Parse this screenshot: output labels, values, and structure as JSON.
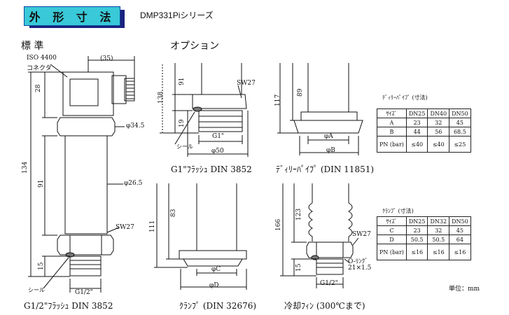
{
  "header": {
    "title": "外 形 寸 法",
    "series": "DMP331Piシリーズ"
  },
  "sections": {
    "standard": "標 準",
    "option": "オプション"
  },
  "standard_view": {
    "connector_label_1": "ISO 4400",
    "connector_label_2": "コネクタ",
    "dim_35": "(35)",
    "dim_28": "28",
    "dim_134": "134",
    "dim_91": "91",
    "dim_15": "15",
    "dim_phi345": "φ34.5",
    "dim_phi265": "φ26.5",
    "sw": "SW27",
    "seal": "シール",
    "thread": "G1/2\"",
    "caption": "G1/2\"ﾌﾗｯｼｭ DIN 3852"
  },
  "flush_view": {
    "dim_138": "138",
    "dim_91": "91",
    "dim_19": "19",
    "sw": "SW27",
    "seal": "シール",
    "thread": "G1\"",
    "dim_phi50": "φ50",
    "caption": "G1\"ﾌﾗｯｼｭ DIN 3852"
  },
  "dairy_view": {
    "dim_117": "117",
    "dim_89": "89",
    "dim_a": "φA",
    "dim_b": "φB",
    "caption": "ﾃﾞｨﾘｰﾊﾟｲﾌﾟ (DIN 11851)"
  },
  "clamp_view": {
    "dim_111": "111",
    "dim_83": "83",
    "dim_c": "φC",
    "dim_d": "φD",
    "caption": "ｸﾗﾝﾌﾟ (DIN 32676)"
  },
  "cooling_view": {
    "dim_166": "166",
    "dim_123": "123",
    "dim_15": "15",
    "sw": "SW27",
    "oring_1": "O-ﾘﾝｸﾞ",
    "oring_2": "21×1.5",
    "thread": "G1/2\"",
    "caption": "冷却ﾌｨﾝ (300℃まで)"
  },
  "dairy_table": {
    "title": "ﾃﾞｨﾘｰﾊﾟｲﾌﾟ (寸法)",
    "headers": [
      "ｻｲｽﾞ",
      "DN25",
      "DN40",
      "DN50"
    ],
    "rows": [
      [
        "A",
        "23",
        "32",
        "45"
      ],
      [
        "B",
        "44",
        "56",
        "68.5"
      ],
      [
        "PN (bar)",
        "≤40",
        "≤40",
        "≤25"
      ]
    ]
  },
  "clamp_table": {
    "title": "ｸﾗﾝﾌﾟ (寸法)",
    "headers": [
      "ｻｲｽﾞ",
      "DN25",
      "DN32",
      "DN50"
    ],
    "rows": [
      [
        "C",
        "23",
        "32",
        "45"
      ],
      [
        "D",
        "50.5",
        "50.5",
        "64"
      ],
      [
        "PN (bar)",
        "≤16",
        "≤16",
        "≤16"
      ]
    ]
  },
  "unit_note": "単位：mm"
}
